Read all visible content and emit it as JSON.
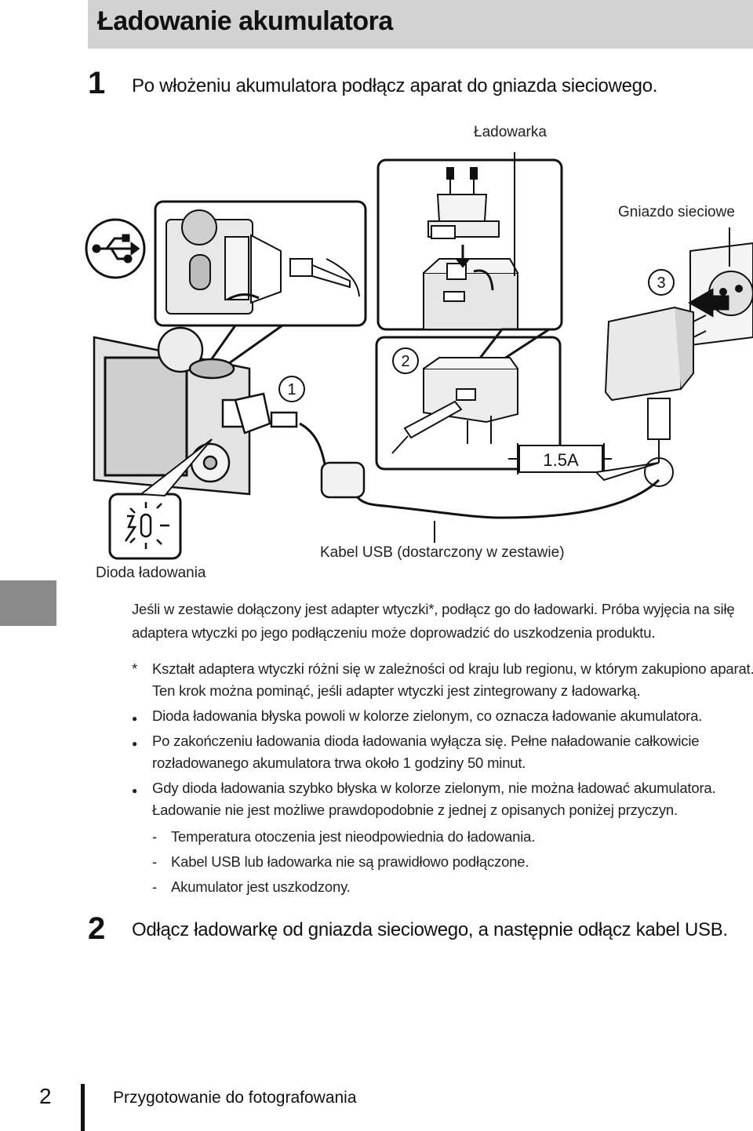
{
  "header": {
    "title": "Ładowanie akumulatora"
  },
  "step1": {
    "number": "1",
    "text": "Po włożeniu akumulatora podłącz aparat do gniazda sieciowego."
  },
  "figure": {
    "label_charger": "Ładowarka",
    "label_outlet": "Gniazdo sieciowe",
    "label_usb_cable": "Kabel USB (dostarczony w zestawie)",
    "label_charge_led": "Dioda ładowania",
    "marker_1": "1",
    "marker_2": "2",
    "marker_3": "3",
    "rating": "1.5A"
  },
  "body": {
    "intro_line1": "Jeśli w zestawie dołączony jest adapter wtyczki*, podłącz go do ładowarki. Próba wyjęcia na siłę",
    "intro_line2": "adaptera wtyczki po jego podłączeniu może doprowadzić do uszkodzenia produktu.",
    "footnote_mark": "*",
    "footnote_line1": "Kształt adaptera wtyczki różni się w zależności od kraju lub regionu, w którym zakupiono aparat.",
    "footnote_line2": "Ten krok można pominąć, jeśli adapter wtyczki jest zintegrowany z ładowarką.",
    "bullet1": "Dioda ładowania błyska powoli w kolorze zielonym, co oznacza ładowanie akumulatora.",
    "bullet2_line1": "Po zakończeniu ładowania dioda ładowania wyłącza się. Pełne naładowanie całkowicie",
    "bullet2_line2": "rozładowanego akumulatora trwa około 1 godziny 50 minut.",
    "bullet3_line1": "Gdy dioda ładowania szybko błyska w kolorze zielonym, nie można ładować akumulatora.",
    "bullet3_line2": "Ładowanie nie jest możliwe prawdopodobnie z jednej z opisanych poniżej przyczyn.",
    "sub1": "Temperatura otoczenia jest nieodpowiednia do ładowania.",
    "sub2": "Kabel USB lub ładowarka nie są prawidłowo podłączone.",
    "sub3": "Akumulator jest uszkodzony.",
    "dash": "-",
    "bullet_glyph": "●"
  },
  "step2": {
    "number": "2",
    "text": "Odłącz ładowarkę od gniazda sieciowego, a następnie odłącz kabel USB."
  },
  "footer": {
    "page_number": "2",
    "section": "Przygotowanie do fotografowania"
  }
}
